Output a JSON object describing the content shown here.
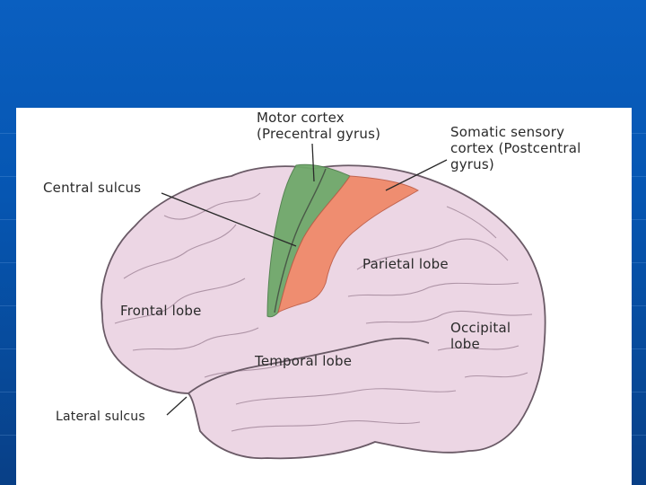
{
  "labels": {
    "motor_cortex": [
      "Motor cortex",
      "(Precentral gyrus)"
    ],
    "somatic_sensory": [
      "Somatic sensory",
      "cortex (Postcentral",
      "gyrus)"
    ],
    "central_sulcus": "Central sulcus",
    "parietal_lobe": "Parietal lobe",
    "frontal_lobe": "Frontal lobe",
    "occipital_lobe": [
      "Occipital",
      "lobe"
    ],
    "temporal_lobe": "Temporal lobe",
    "lateral_sulcus": "Lateral sulcus"
  },
  "colors": {
    "background": "#0656b2",
    "brain_fill": "#ecd6e4",
    "motor_cortex": "#6fa86a",
    "somatic_sensory_cortex": "#f08a6a",
    "outline": "#6a5a66"
  }
}
